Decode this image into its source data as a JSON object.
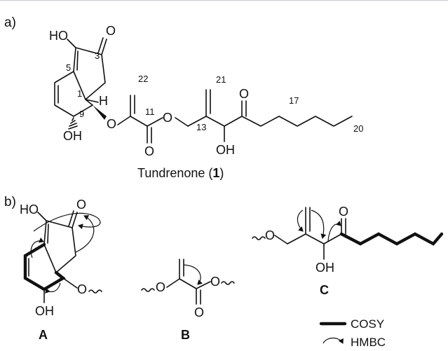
{
  "panels": {
    "a": "a)",
    "b": "b)"
  },
  "compound": {
    "name": "Tundrenone (",
    "number": "1",
    "close": ")"
  },
  "atoms": {
    "oh": "OH",
    "ho": "HO",
    "o": "O",
    "h": "H"
  },
  "numbering": {
    "n1": "1",
    "n3": "3",
    "n5": "5",
    "n9": "9",
    "n11": "11",
    "n13": "13",
    "n17": "17",
    "n20": "20",
    "n21": "21",
    "n22": "22"
  },
  "fragments": {
    "a": "A",
    "b": "B",
    "c": "C"
  },
  "legend": {
    "cosy": "COSY",
    "hmbc": "HMBC"
  }
}
